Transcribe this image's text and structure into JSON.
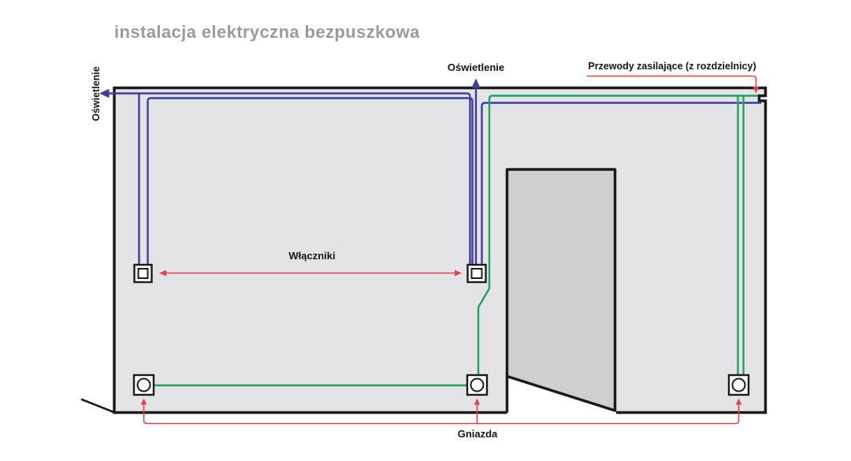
{
  "title": "instalacja elektryczna bezpuszkowa",
  "labels": {
    "lighting_left": "Oświetlenie",
    "lighting_top": "Oświetlenie",
    "supply_feed": "Przewody zasilające (z rozdzielnicy)",
    "switches": "Włączniki",
    "sockets": "Gniazda"
  },
  "colors": {
    "title": "#9b9b9b",
    "label": "#161616",
    "outline": "#1b1b1b",
    "wall": "#e4e4e6",
    "door": "#cfcfd0",
    "wire-lighting": "#3e3c9b",
    "wire-socket": "#1ea35c",
    "annotation": "#e8404a",
    "background": "#ffffff"
  },
  "components": {
    "switch_count": 2,
    "socket_count": 3,
    "lighting_point_count": 2
  }
}
